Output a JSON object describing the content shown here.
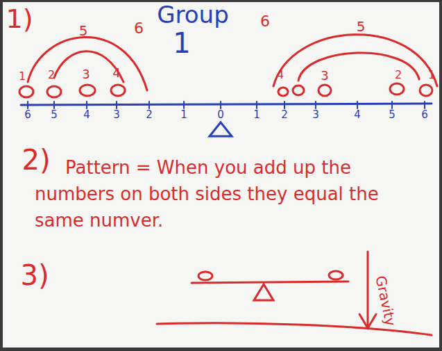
{
  "diagram": {
    "labels": [
      "1)",
      "Group",
      "1",
      "6",
      "5",
      "6",
      "5",
      "1",
      "2",
      "3",
      "4",
      "4",
      "3",
      "2",
      "1",
      "6",
      "5",
      "4",
      "3",
      "2",
      "1",
      "0",
      "1",
      "2",
      "3",
      "4",
      "5",
      "6",
      "2)",
      "Pattern = When you add up the numbers on both sides they equal the same numver.",
      "3)",
      "Gravity"
    ]
  }
}
